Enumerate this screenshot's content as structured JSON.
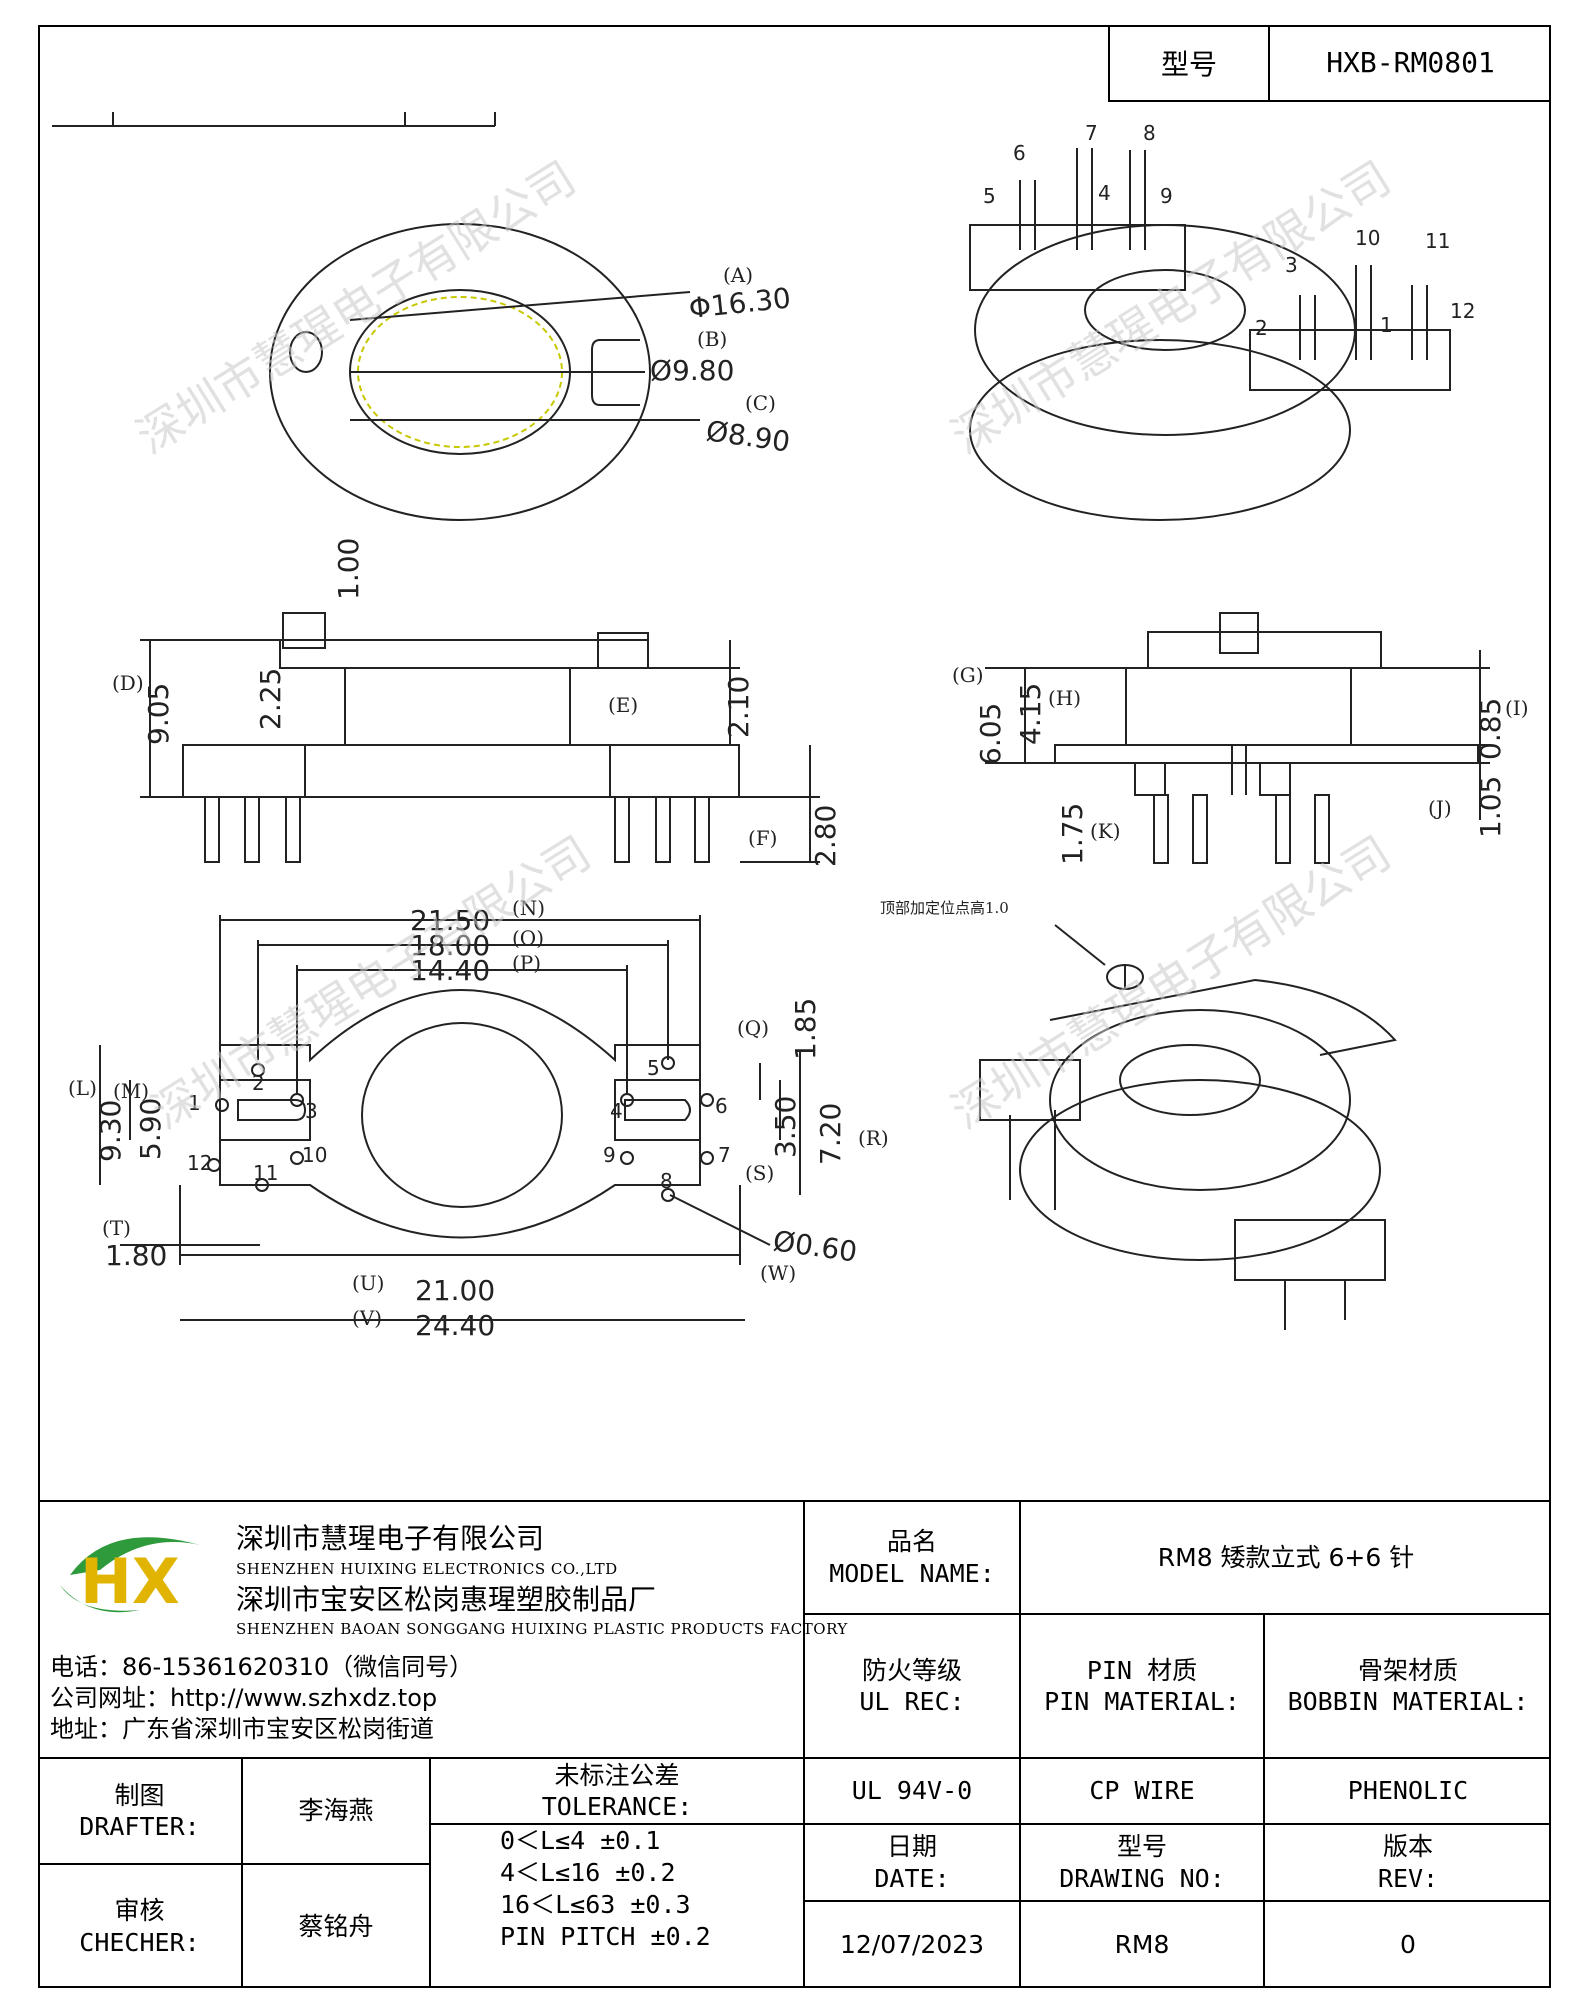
{
  "header": {
    "model_label": "型号",
    "model_value": "HXB-RM0801"
  },
  "drawing": {
    "top_view": {
      "dims": [
        "Φ16.30",
        "Ø9.80",
        "Ø8.90"
      ],
      "refs": [
        "(A)",
        "(B)",
        "(C)"
      ]
    },
    "iso_view": {
      "pins": [
        "1",
        "2",
        "3",
        "4",
        "5",
        "6",
        "7",
        "8",
        "9",
        "10",
        "11",
        "12"
      ]
    },
    "front_view": {
      "dims": [
        "1.00",
        "2.25",
        "9.05",
        "2.10",
        "2.80"
      ],
      "refs": [
        "(D)",
        "(E)",
        "(F)"
      ]
    },
    "side_view": {
      "dims": [
        "6.05",
        "4.15",
        "0.85",
        "1.05",
        "1.75"
      ],
      "refs": [
        "(G)",
        "(H)",
        "(I)",
        "(J)",
        "(K)"
      ]
    },
    "bottom_view": {
      "dims": [
        "21.50",
        "18.00",
        "14.40",
        "1.85",
        "9.30",
        "5.90",
        "3.50",
        "7.20",
        "1.80",
        "21.00",
        "24.40",
        "Ø0.60"
      ],
      "refs": [
        "(N)",
        "(O)",
        "(P)",
        "(Q)",
        "(L)",
        "(M)",
        "(R)",
        "(S)",
        "(T)",
        "(U)",
        "(V)",
        "(W)"
      ],
      "pins": [
        "1",
        "2",
        "3",
        "4",
        "5",
        "6",
        "7",
        "8",
        "9",
        "10",
        "11",
        "12"
      ]
    },
    "iso_note": "顶部加定位点高1.0",
    "watermark": "深圳市慧瑆电子有限公司"
  },
  "company": {
    "name_cn": "深圳市慧瑆电子有限公司",
    "name_en": "SHENZHEN HUIXING ELECTRONICS CO.,LTD",
    "factory_cn": "深圳市宝安区松岗惠瑆塑胶制品厂",
    "factory_en": "SHENZHEN BAOAN SONGGANG HUIXING PLASTIC PRODUCTS FACTORY",
    "phone": "电话：86-15361620310（微信同号）",
    "website": "公司网址：http://www.szhxdz.top",
    "address": "地址：广东省深圳市宝安区松岗街道",
    "logo_text": "HX"
  },
  "title_block": {
    "model_name_cn": "品名",
    "model_name_en": "MODEL NAME:",
    "model_name_value": "RM8 矮款立式 6+6 针",
    "ul_cn": "防火等级",
    "ul_en": "UL REC:",
    "ul_value": "UL 94V-0",
    "pin_cn": "PIN 材质",
    "pin_en": "PIN MATERIAL:",
    "pin_value": "CP WIRE",
    "bobbin_cn": "骨架材质",
    "bobbin_en": "BOBBIN MATERIAL:",
    "bobbin_value": "PHENOLIC",
    "drafter_cn": "制图",
    "drafter_en": "DRAFTER:",
    "drafter_value": "李海燕",
    "checker_cn": "审核",
    "checker_en": "CHECHER:",
    "checker_value": "蔡铭舟",
    "tolerance_cn": "未标注公差",
    "tolerance_en": "TOLERANCE:",
    "tolerance_rows": [
      "0＜L≤4   ±0.1",
      "4＜L≤16  ±0.2",
      "16＜L≤63  ±0.3",
      "PIN PITCH  ±0.2"
    ],
    "date_cn": "日期",
    "date_en": "DATE:",
    "date_value": "12/07/2023",
    "drawing_no_cn": "型号",
    "drawing_no_en": "DRAWING NO:",
    "drawing_no_value": "RM8",
    "rev_cn": "版本",
    "rev_en": "REV:",
    "rev_value": "0"
  }
}
